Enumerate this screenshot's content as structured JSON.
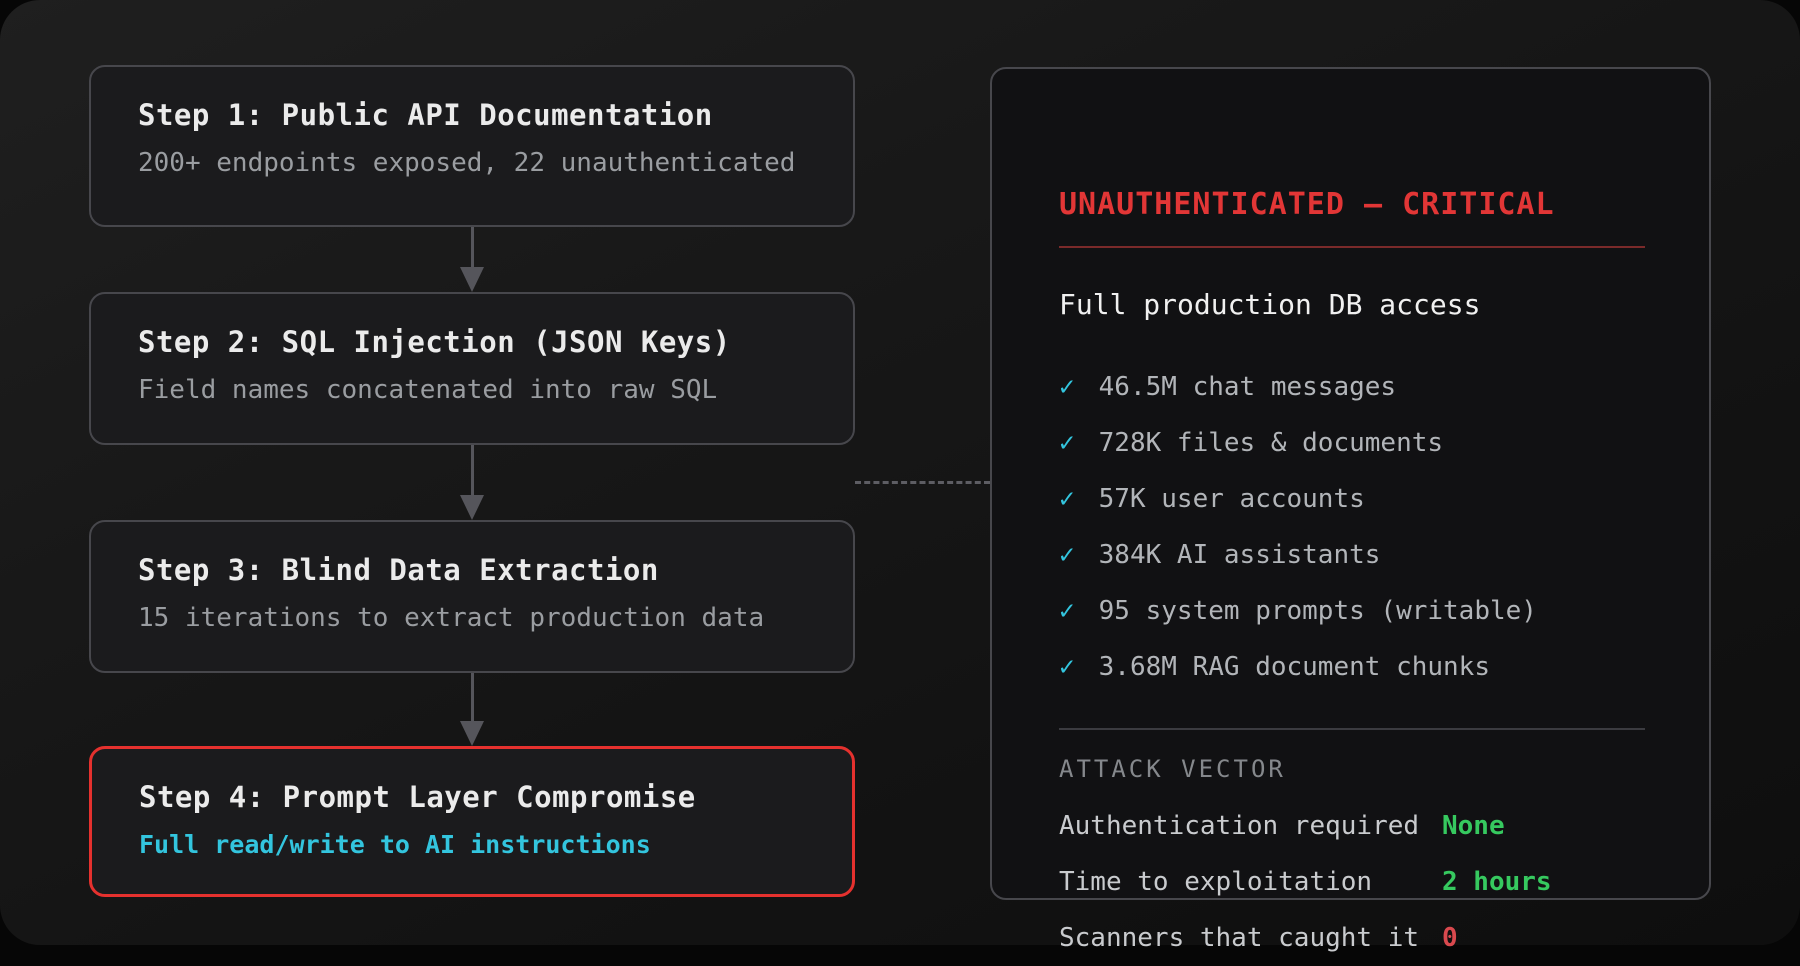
{
  "colors": {
    "accent_red": "#e23636",
    "rule_red": "#7b2a2a",
    "accent_cyan": "#33c5de",
    "accent_green": "#36c95f",
    "value_red": "#d9494e",
    "border_gray": "#47474c"
  },
  "steps": [
    {
      "title": "Step 1: Public API Documentation",
      "subtitle": "200+ endpoints exposed, 22 unauthenticated"
    },
    {
      "title": "Step 2: SQL Injection (JSON Keys)",
      "subtitle": "Field names concatenated into raw SQL"
    },
    {
      "title": "Step 3: Blind Data Extraction",
      "subtitle": "15 iterations to extract production data"
    },
    {
      "title": "Step 4: Prompt Layer Compromise",
      "subtitle": "Full read/write to AI instructions"
    }
  ],
  "panel": {
    "heading": "UNAUTHENTICATED — CRITICAL",
    "summary": "Full production DB access",
    "check_icon": "✓",
    "checklist": [
      "46.5M chat messages",
      "728K files & documents",
      "57K user accounts",
      "384K AI assistants",
      "95 system prompts (writable)",
      "3.68M RAG document chunks"
    ],
    "section_label": "ATTACK VECTOR",
    "stats": [
      {
        "label": "Authentication required",
        "value": "None",
        "status": "green"
      },
      {
        "label": "Time to exploitation",
        "value": "2 hours",
        "status": "green"
      },
      {
        "label": "Scanners that caught it",
        "value": "0",
        "status": "red"
      }
    ]
  }
}
